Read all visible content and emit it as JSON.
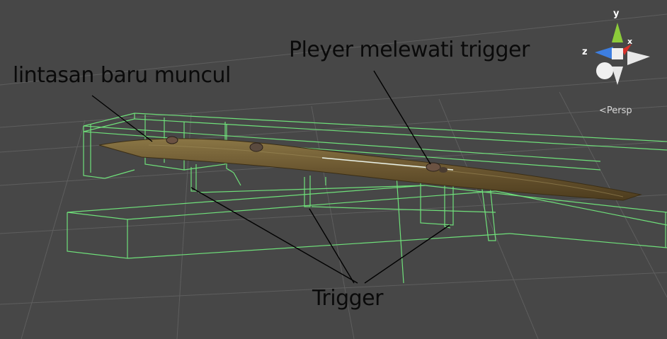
{
  "annotations": {
    "new_track": "lintasan baru muncul",
    "player_passes": "Pleyer melewati trigger",
    "trigger": "Trigger"
  },
  "gizmo": {
    "projection": "Persp",
    "axis_y": "y",
    "axis_x": "x",
    "axis_z": "z",
    "colors": {
      "y": "#8ccc3a",
      "x": "#d8312a",
      "z": "#3d7ee0"
    }
  },
  "colors": {
    "background": "#474747",
    "grid": "#5c5c5c",
    "trigger_wire": "#6fe07a",
    "track": "#6e5a30"
  }
}
